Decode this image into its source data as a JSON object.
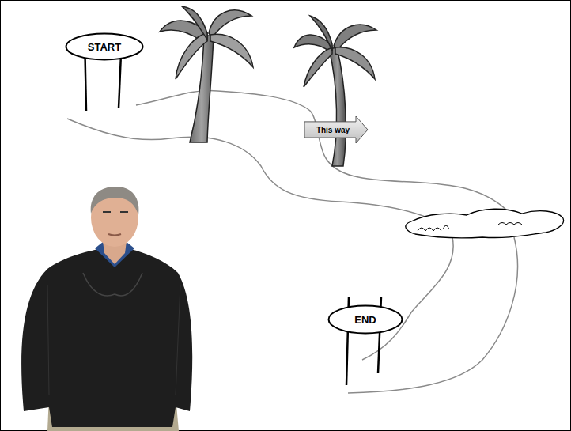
{
  "diagram": {
    "nodes": [
      {
        "text": [
          "START"
        ]
      },
      {
        "text": [
          "This way"
        ]
      },
      {
        "text": [
          "END"
        ]
      }
    ]
  }
}
